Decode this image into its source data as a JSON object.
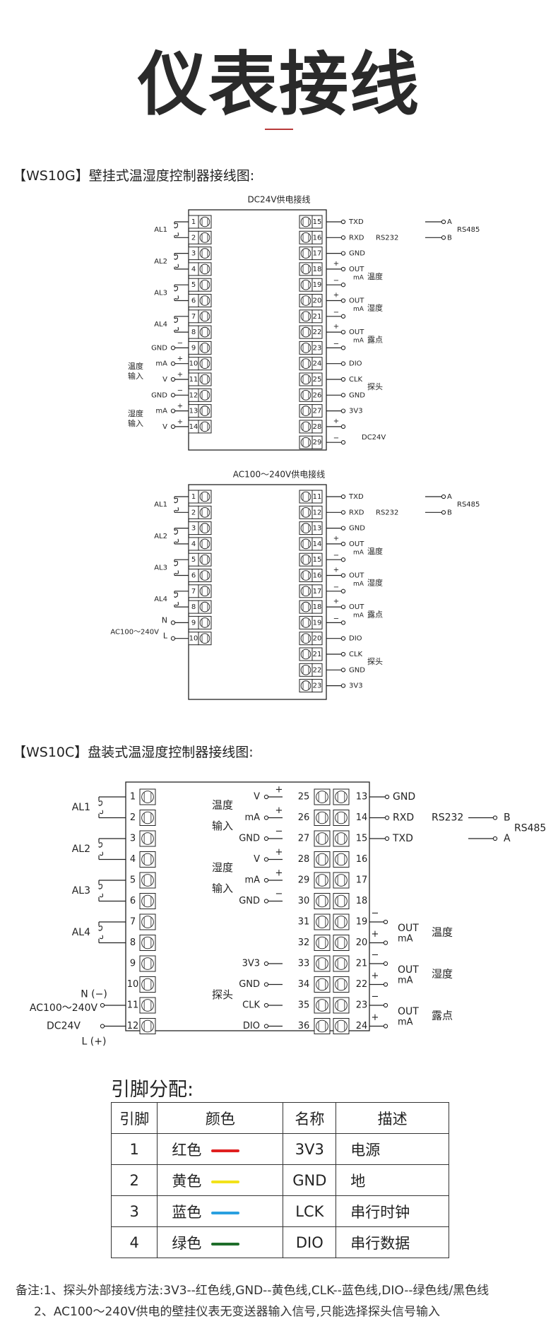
{
  "page_title": "仪表接线",
  "ws10g": {
    "heading": "【WS10G】壁挂式温湿度控制器接线图:",
    "dc": {
      "caption": "DC24V供电接线",
      "left_pins": [
        "1",
        "2",
        "3",
        "4",
        "5",
        "6",
        "7",
        "8",
        "9",
        "10",
        "11",
        "12",
        "13",
        "14"
      ],
      "right_pins": [
        "15",
        "16",
        "17",
        "18",
        "19",
        "20",
        "21",
        "22",
        "23",
        "24",
        "25",
        "26",
        "27",
        "28",
        "29"
      ],
      "right_sigs": [
        "TXD",
        "RXD",
        "GND",
        "OUT",
        "",
        "OUT",
        "",
        "OUT",
        "",
        "DIO",
        "CLK",
        "GND",
        "3V3",
        "",
        ""
      ],
      "alarms": [
        "AL1",
        "AL2",
        "AL3",
        "AL4"
      ],
      "temp_in_label": "温度输入",
      "hum_in_label": "湿度输入",
      "left_sigs": [
        "GND",
        "mA",
        "V",
        "GND",
        "mA",
        "V"
      ],
      "rs232": "RS232",
      "rs485": "RS485",
      "a": "A",
      "b": "B",
      "ma": "mA",
      "temp": "温度",
      "hum": "湿度",
      "dew": "露点",
      "probe": "探头",
      "dc24v": "DC24V",
      "plus": "+",
      "minus": "−"
    },
    "ac": {
      "caption": "AC100～240V供电接线",
      "left_pins": [
        "1",
        "2",
        "3",
        "4",
        "5",
        "6",
        "7",
        "8",
        "9",
        "10"
      ],
      "right_pins": [
        "11",
        "12",
        "13",
        "14",
        "15",
        "16",
        "17",
        "18",
        "19",
        "20",
        "21",
        "22",
        "23"
      ],
      "right_sigs": [
        "TXD",
        "RXD",
        "GND",
        "OUT",
        "",
        "OUT",
        "",
        "OUT",
        "",
        "DIO",
        "CLK",
        "GND",
        "3V3"
      ],
      "alarms": [
        "AL1",
        "AL2",
        "AL3",
        "AL4"
      ],
      "n": "N",
      "l": "L",
      "ac_label": "AC100～240V",
      "rs232": "RS232",
      "rs485": "RS485",
      "a": "A",
      "b": "B",
      "ma": "mA",
      "temp": "温度",
      "hum": "湿度",
      "dew": "露点",
      "probe": "探头"
    }
  },
  "ws10c": {
    "heading": "【WS10C】盘装式温湿度控制器接线图:",
    "pins_a": [
      "1",
      "2",
      "3",
      "4",
      "5",
      "6",
      "7",
      "8",
      "9",
      "10",
      "11",
      "12"
    ],
    "pins_b": [
      "25",
      "26",
      "27",
      "28",
      "29",
      "30",
      "31",
      "32",
      "33",
      "34",
      "35",
      "36"
    ],
    "pins_c": [
      "13",
      "14",
      "15",
      "16",
      "17",
      "18",
      "19",
      "20",
      "21",
      "22",
      "23",
      "24"
    ],
    "alarms": [
      "AL1",
      "AL2",
      "AL3",
      "AL4"
    ],
    "temp_in": "温度输入",
    "hum_in": "湿度输入",
    "sig_b": [
      "V",
      "mA",
      "GND",
      "V",
      "mA",
      "GND",
      "",
      "",
      "3V3",
      "GND",
      "CLK",
      "DIO"
    ],
    "probe": "探头",
    "sig_c": [
      "GND",
      "RXD",
      "TXD"
    ],
    "rs232": "RS232",
    "rs485": "RS485",
    "a": "A",
    "b": "B",
    "out": "OUT",
    "ma": "mA",
    "temp": "温度",
    "hum": "湿度",
    "dew": "露点",
    "n_label": "N (−)",
    "l_label": "L (+)",
    "ac_label": "AC100～240V",
    "dc_label": "DC24V",
    "plus": "+",
    "minus": "−"
  },
  "pin_table": {
    "heading": "引脚分配:",
    "headers": [
      "引脚",
      "颜色",
      "名称",
      "描述"
    ],
    "rows": [
      {
        "pin": "1",
        "color": "红色",
        "swatch": "#e02020",
        "name": "3V3",
        "desc": "电源"
      },
      {
        "pin": "2",
        "color": "黄色",
        "swatch": "#f2e21a",
        "name": "GND",
        "desc": "地"
      },
      {
        "pin": "3",
        "color": "蓝色",
        "swatch": "#2aa0e0",
        "name": "LCK",
        "desc": "串行时钟"
      },
      {
        "pin": "4",
        "color": "绿色",
        "swatch": "#1e6e2a",
        "name": "DIO",
        "desc": "串行数据"
      }
    ]
  },
  "notes": [
    "备注:1、探头外部接线方法:3V3--红色线,GND--黄色线,CLK--蓝色线,DIO--绿色线/黑色线",
    "2、AC100～240V供电的壁挂仪表无变送器输入信号,只能选择探头信号输入"
  ]
}
